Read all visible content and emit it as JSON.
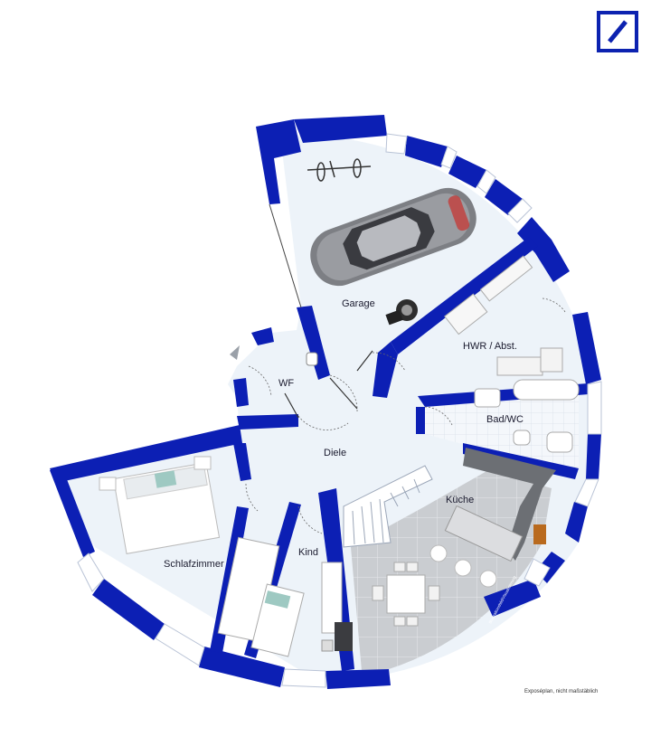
{
  "brand": {
    "logo_icon": "deutsche-bank-logo-icon",
    "color": "#0c22b0"
  },
  "colors": {
    "wall": "#0c1fb4",
    "floor": "#eef4fa",
    "kitchen_floor": "#cfd2d6",
    "window": "#ffffff"
  },
  "rooms": {
    "garage": "Garage",
    "hwr": "HWR / Abst.",
    "wf": "WF",
    "bad": "Bad/WC",
    "diele": "Diele",
    "kueche": "Küche",
    "schlafzimmer": "Schlafzimmer",
    "kind": "Kind"
  },
  "footer_note": "Exposéplan, nicht maßstäblich",
  "side_stamp": "Illustrationsbild/Visualisierung"
}
